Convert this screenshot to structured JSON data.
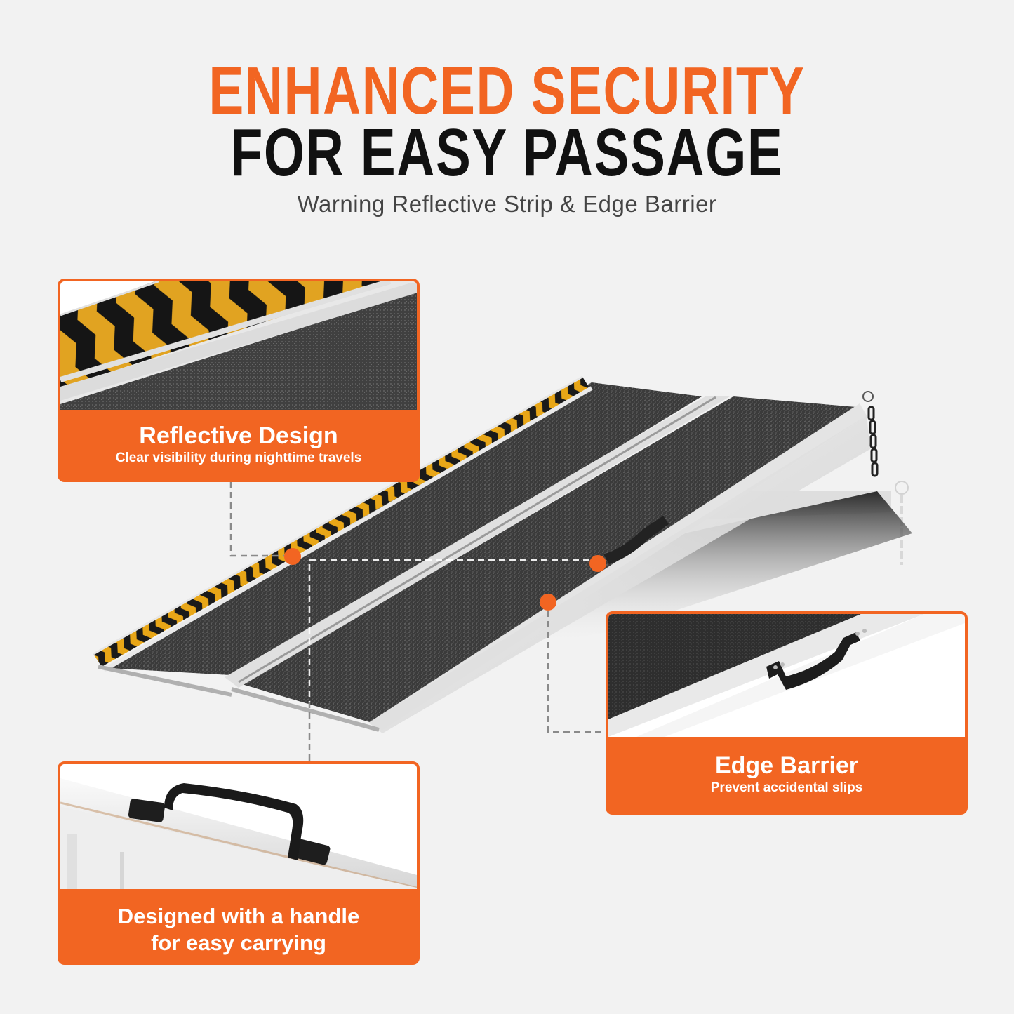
{
  "header": {
    "title_line1": "ENHANCED SECURITY",
    "title_line2": "FOR EASY PASSAGE",
    "subtitle": "Warning Reflective Strip & Edge Barrier"
  },
  "colors": {
    "accent": "#f26522",
    "background": "#f2f2f2",
    "title_dark": "#111111",
    "subtitle": "#444444",
    "reflective_yellow": "#e8a617",
    "grip_surface": "#3a3a3a",
    "aluminum": "#d9d9d9"
  },
  "product": {
    "name": "portable-folding-ramp",
    "features": [
      "reflective-strip",
      "edge-barrier",
      "carry-handle",
      "safety-chain"
    ]
  },
  "callouts": [
    {
      "id": "reflective",
      "title": "Reflective Design",
      "description": "Clear visibility during nighttime travels",
      "photo": "reflective-strip-closeup"
    },
    {
      "id": "edge",
      "title": "Edge Barrier",
      "description": "Prevent accidental slips",
      "photo": "edge-barrier-handle-closeup"
    },
    {
      "id": "handle",
      "title_line1": "Designed with a handle",
      "title_line2": "for easy carrying",
      "photo": "carry-handle-closeup"
    }
  ]
}
